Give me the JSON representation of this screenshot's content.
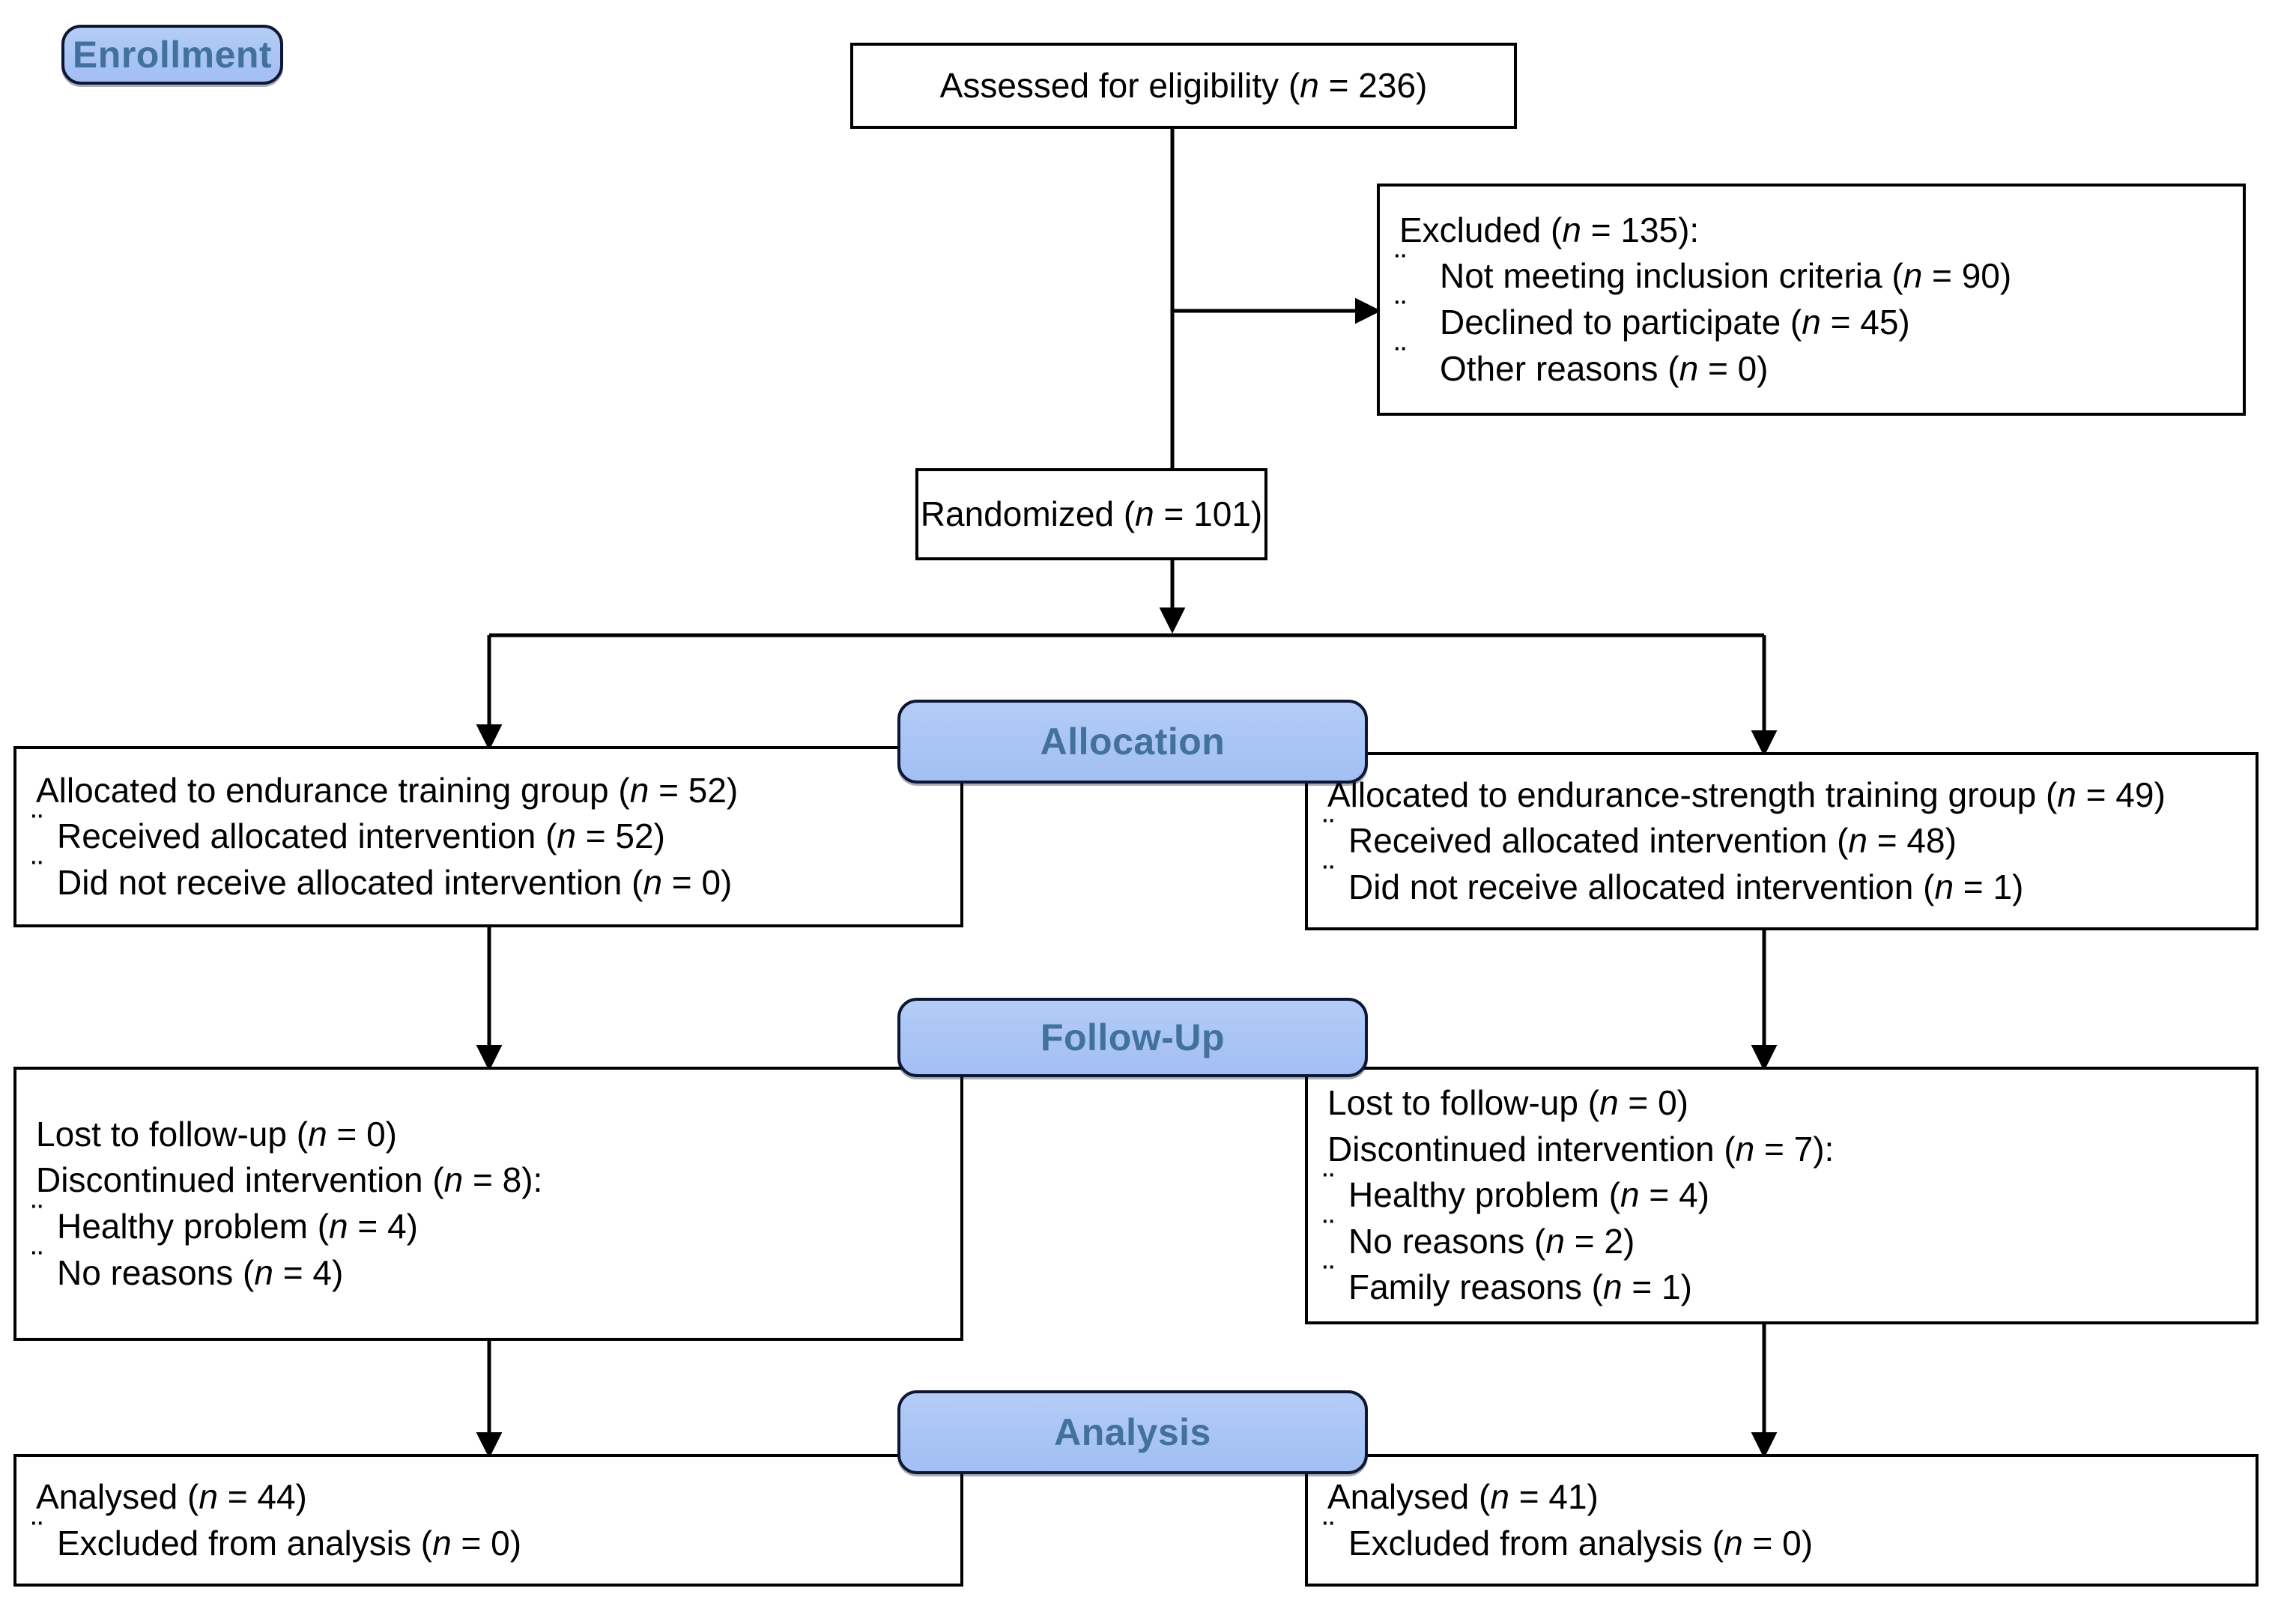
{
  "diagram": {
    "type": "CONSORT participant flow diagram",
    "colors": {
      "badge_fill": "#a9c4f5",
      "badge_border": "#0d1633",
      "badge_text": "#41719c",
      "box_border": "#000000",
      "box_fill": "#ffffff",
      "connector": "#000000",
      "text": "#000000"
    },
    "bullet_glyph": "¨"
  },
  "stages": {
    "enrollment": "Enrollment",
    "allocation": "Allocation",
    "followup": "Follow-Up",
    "analysis": "Analysis"
  },
  "nodes": {
    "assessed": {
      "name": "assessed-for-eligibility",
      "lines": [
        {
          "text_before": "Assessed for eligibility (",
          "italic": "n",
          "text_after": " = 236)",
          "bullet": false
        }
      ]
    },
    "excluded": {
      "name": "excluded",
      "lines": [
        {
          "text_before": "Excluded (",
          "italic": "n",
          "text_after": " = 135):",
          "bullet": false
        },
        {
          "text_before": "Not meeting inclusion criteria (",
          "italic": "n",
          "text_after": " = 90)",
          "bullet": true
        },
        {
          "text_before": "Declined to participate (",
          "italic": "n",
          "text_after": " = 45)",
          "bullet": true
        },
        {
          "text_before": "Other reasons (",
          "italic": "n",
          "text_after": " = 0)",
          "bullet": true
        }
      ]
    },
    "randomized": {
      "name": "randomized",
      "lines": [
        {
          "text_before": "Randomized (",
          "italic": "n",
          "text_after": " = 101)",
          "bullet": false
        }
      ]
    },
    "allocation_left": {
      "name": "allocated-endurance-training",
      "lines": [
        {
          "text_before": "Allocated to endurance training group (",
          "italic": "n",
          "text_after": " = 52)",
          "bullet": false
        },
        {
          "text_before": "Received allocated intervention (",
          "italic": "n",
          "text_after": " = 52)",
          "bullet": true
        },
        {
          "text_before": "Did not receive allocated intervention (",
          "italic": "n",
          "text_after": " = 0)",
          "bullet": true
        }
      ]
    },
    "allocation_right": {
      "name": "allocated-endurance-strength-training",
      "lines": [
        {
          "text_before": "Allocated to endurance-strength training group (",
          "italic": "n",
          "text_after": " = 49)",
          "bullet": false
        },
        {
          "text_before": "Received allocated intervention (",
          "italic": "n",
          "text_after": " = 48)",
          "bullet": true
        },
        {
          "text_before": "Did not receive allocated intervention (",
          "italic": "n",
          "text_after": " = 1)",
          "bullet": true
        }
      ]
    },
    "followup_left": {
      "name": "followup-endurance-training",
      "lines": [
        {
          "text_before": "Lost to follow-up (",
          "italic": "n",
          "text_after": " = 0)",
          "bullet": false
        },
        {
          "text_before": "Discontinued intervention (",
          "italic": "n",
          "text_after": " = 8):",
          "bullet": false
        },
        {
          "text_before": "Healthy problem (",
          "italic": "n",
          "text_after": " = 4)",
          "bullet": true
        },
        {
          "text_before": "No reasons (",
          "italic": "n",
          "text_after": " = 4)",
          "bullet": true
        }
      ]
    },
    "followup_right": {
      "name": "followup-endurance-strength-training",
      "lines": [
        {
          "text_before": "Lost to follow-up (",
          "italic": "n",
          "text_after": " = 0)",
          "bullet": false
        },
        {
          "text_before": "Discontinued intervention (",
          "italic": "n",
          "text_after": " = 7):",
          "bullet": false
        },
        {
          "text_before": "Healthy problem (",
          "italic": "n",
          "text_after": " = 4)",
          "bullet": true
        },
        {
          "text_before": "No reasons (",
          "italic": "n",
          "text_after": " = 2)",
          "bullet": true
        },
        {
          "text_before": "Family reasons (",
          "italic": "n",
          "text_after": " = 1)",
          "bullet": true
        }
      ]
    },
    "analysis_left": {
      "name": "analysed-endurance-training",
      "lines": [
        {
          "text_before": "Analysed (",
          "italic": "n",
          "text_after": " = 44)",
          "bullet": false
        },
        {
          "text_before": "Excluded from analysis (",
          "italic": "n",
          "text_after": " = 0)",
          "bullet": true
        }
      ]
    },
    "analysis_right": {
      "name": "analysed-endurance-strength-training",
      "lines": [
        {
          "text_before": "Analysed (",
          "italic": "n",
          "text_after": " = 41)",
          "bullet": false
        },
        {
          "text_before": "Excluded from analysis (",
          "italic": "n",
          "text_after": " = 0)",
          "bullet": true
        }
      ]
    }
  },
  "chart_data": {
    "type": "diagram",
    "title": "CONSORT flow diagram",
    "nodes": [
      {
        "id": "assessed",
        "label": "Assessed for eligibility",
        "n": 236
      },
      {
        "id": "excluded",
        "label": "Excluded",
        "n": 135,
        "children": [
          {
            "label": "Not meeting inclusion criteria",
            "n": 90
          },
          {
            "label": "Declined to participate",
            "n": 45
          },
          {
            "label": "Other reasons",
            "n": 0
          }
        ]
      },
      {
        "id": "randomized",
        "label": "Randomized",
        "n": 101
      },
      {
        "id": "allocation_left",
        "label": "Allocated to endurance training group",
        "n": 52,
        "children": [
          {
            "label": "Received allocated intervention",
            "n": 52
          },
          {
            "label": "Did not receive allocated intervention",
            "n": 0
          }
        ]
      },
      {
        "id": "allocation_right",
        "label": "Allocated to endurance-strength training group",
        "n": 49,
        "children": [
          {
            "label": "Received allocated intervention",
            "n": 48
          },
          {
            "label": "Did not receive allocated intervention",
            "n": 1
          }
        ]
      },
      {
        "id": "followup_left",
        "label": "Lost to follow-up",
        "n": 0,
        "children": [
          {
            "label": "Discontinued intervention",
            "n": 8
          },
          {
            "label": "Healthy problem",
            "n": 4
          },
          {
            "label": "No reasons",
            "n": 4
          }
        ]
      },
      {
        "id": "followup_right",
        "label": "Lost to follow-up",
        "n": 0,
        "children": [
          {
            "label": "Discontinued intervention",
            "n": 7
          },
          {
            "label": "Healthy problem",
            "n": 4
          },
          {
            "label": "No reasons",
            "n": 2
          },
          {
            "label": "Family reasons",
            "n": 1
          }
        ]
      },
      {
        "id": "analysis_left",
        "label": "Analysed",
        "n": 44,
        "children": [
          {
            "label": "Excluded from analysis",
            "n": 0
          }
        ]
      },
      {
        "id": "analysis_right",
        "label": "Analysed",
        "n": 41,
        "children": [
          {
            "label": "Excluded from analysis",
            "n": 0
          }
        ]
      }
    ],
    "edges": [
      {
        "from": "assessed",
        "to": "randomized"
      },
      {
        "from": "assessed",
        "to": "excluded"
      },
      {
        "from": "randomized",
        "to": "allocation_left"
      },
      {
        "from": "randomized",
        "to": "allocation_right"
      },
      {
        "from": "allocation_left",
        "to": "followup_left"
      },
      {
        "from": "allocation_right",
        "to": "followup_right"
      },
      {
        "from": "followup_left",
        "to": "analysis_left"
      },
      {
        "from": "followup_right",
        "to": "analysis_right"
      }
    ],
    "stage_bands": [
      "Enrollment",
      "Allocation",
      "Follow-Up",
      "Analysis"
    ]
  }
}
